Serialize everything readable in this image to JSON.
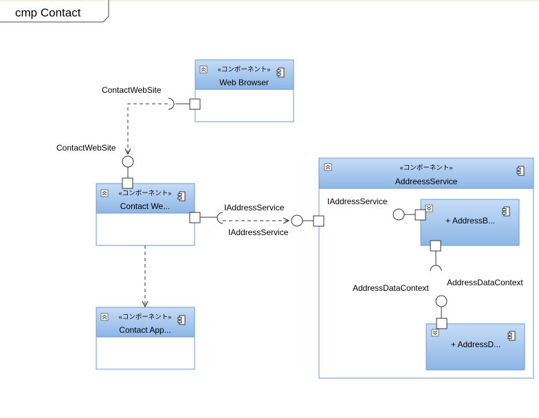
{
  "frame": {
    "title": "cmp Contact"
  },
  "stereotype": "«コンポーネント»",
  "components": {
    "web_browser": {
      "name": "Web Browser"
    },
    "contact_web": {
      "name": "Contact We..."
    },
    "contact_app": {
      "name": "Contact App..."
    },
    "address_service": {
      "name": "AddreessService"
    },
    "address_b": {
      "name": "+ AddressB..."
    },
    "address_d": {
      "name": "+ AddressD..."
    }
  },
  "labels": {
    "contactwebsite_required": "ContactWebSite",
    "contactwebsite_provided": "ContactWebSite",
    "iaddressservice_required": "IAddressService",
    "iaddressservice_provided": "IAddressService",
    "iaddressservice_inner": "IAddressService",
    "addressdatacontext_left": "AddressDataContext",
    "addressdatacontext_right": "AddressDataContext"
  },
  "colors": {
    "header_top": "#c6dcf6",
    "header_bottom": "#8db6e6",
    "border": "#6f97c9",
    "line": "#333333"
  },
  "icons": {
    "collapse": "collapse-chevrons-icon",
    "expand": "expand-chevrons-icon",
    "component": "uml-component-icon"
  }
}
